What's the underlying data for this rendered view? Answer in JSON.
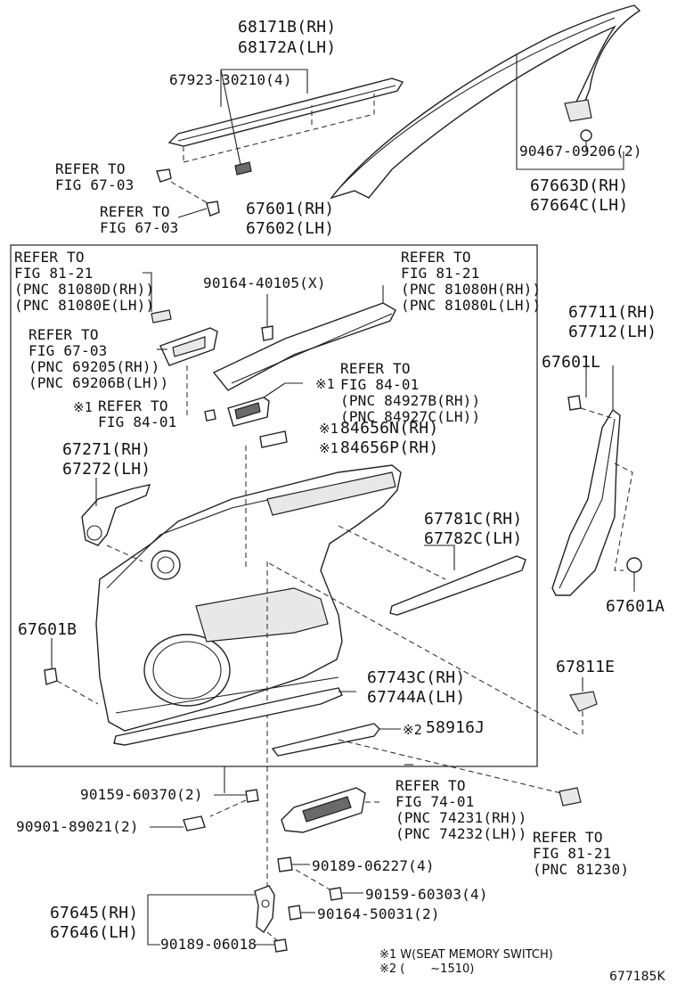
{
  "labels": {
    "l68171b": "68171B(RH)",
    "l68172a": "68172A(LH)",
    "l67923": "67923-30210(4)",
    "l90467": "90467-09206(2)",
    "l67663d": "67663D(RH)",
    "l67664c": "67664C(LH)",
    "l67601rh": "67601(RH)",
    "l67602lh": "67602(LH)",
    "refer1a": "REFER TO",
    "refer1b": "FIG 67-03",
    "refer2a": "REFER TO",
    "refer2b": "FIG 67-03",
    "refer3a": "REFER TO",
    "refer3b": "FIG 81-21",
    "refer3c": "(PNC 81080D(RH))",
    "refer3d": "(PNC 81080E(LH))",
    "l90164a": "90164-40105(X)",
    "refer4a": "REFER TO",
    "refer4b": "FIG 81-21",
    "refer4c": "(PNC 81080H(RH))",
    "refer4d": "(PNC 81080L(LH))",
    "refer5a": "REFER TO",
    "refer5b": "FIG 67-03",
    "refer5c": "(PNC 69205(RH))",
    "refer5d": "(PNC 69206B(LH))",
    "refer6a": "REFER TO",
    "refer6b": "FIG 84-01",
    "refer6c": "(PNC 84927B(RH))",
    "refer6d": "(PNC 84927C(LH))",
    "refer7a": "REFER TO",
    "refer7b": "FIG 84-01",
    "l84656n": "84656N(RH)",
    "l84656p": "84656P(RH)",
    "l67711": "67711(RH)",
    "l67712": "67712(LH)",
    "l67601l": "67601L",
    "l67271": "67271(RH)",
    "l67272": "67272(LH)",
    "l67781c": "67781C(RH)",
    "l67782c": "67782C(LH)",
    "l67601a": "67601A",
    "l67601b": "67601B",
    "l67811e": "67811E",
    "l67743c": "67743C(RH)",
    "l67744a": "67744A(LH)",
    "l58916j": "58916J",
    "l90159a": "90159-60370(2)",
    "l90901": "90901-89021(2)",
    "refer8a": "REFER TO",
    "refer8b": "FIG 74-01",
    "refer8c": "(PNC 74231(RH))",
    "refer8d": "(PNC 74232(LH))",
    "refer9a": "REFER TO",
    "refer9b": "FIG 81-21",
    "refer9c": "(PNC 81230)",
    "l90189a": "90189-06227(4)",
    "l90159b": "90159-60303(4)",
    "l90164b": "90164-50031(2)",
    "l67645": "67645(RH)",
    "l67646": "67646(LH)",
    "l90189b": "90189-06018",
    "mark1": "※1",
    "mark2": "※2",
    "note1": "※1 W(SEAT MEMORY SWITCH)",
    "note2": "※2 (       ~1510)",
    "fig_id": "677185K"
  }
}
